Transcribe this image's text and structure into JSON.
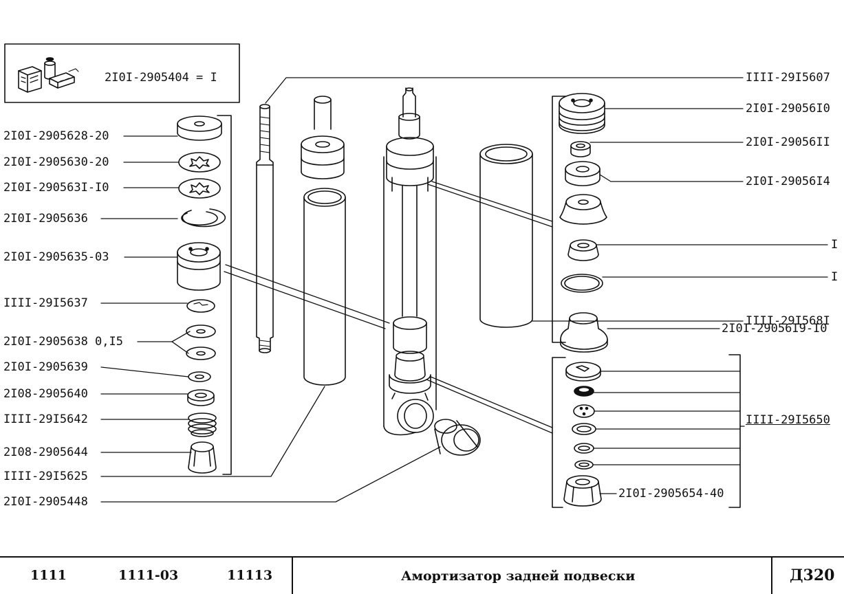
{
  "kit_box": {
    "label": "2I0I-2905404 = I",
    "icon": "kit-package-icon"
  },
  "left_labels": [
    "2I0I-2905628-20",
    "2I0I-2905630-20",
    "2I0I-290563I-I0",
    "2I0I-2905636",
    "2I0I-2905635-03",
    "IIII-29I5637",
    "2I0I-2905638 0,I5",
    "2I0I-2905639",
    "2I08-2905640",
    "IIII-29I5642",
    "2I08-2905644",
    "IIII-29I5625",
    "2I0I-2905448"
  ],
  "right_labels": [
    "IIII-29I5607",
    "2I0I-29056I0",
    "2I0I-29056II",
    "2I0I-29056I4",
    "I",
    "I",
    "IIII-29I568I",
    "2I0I-29056I9-I0",
    "IIII-29I5650",
    "2I0I-2905654-40"
  ],
  "footer": {
    "model_1": "1111",
    "model_2": "1111-03",
    "model_3": "11113",
    "title": "Амортизатор задней подвески",
    "code": "Д320"
  }
}
